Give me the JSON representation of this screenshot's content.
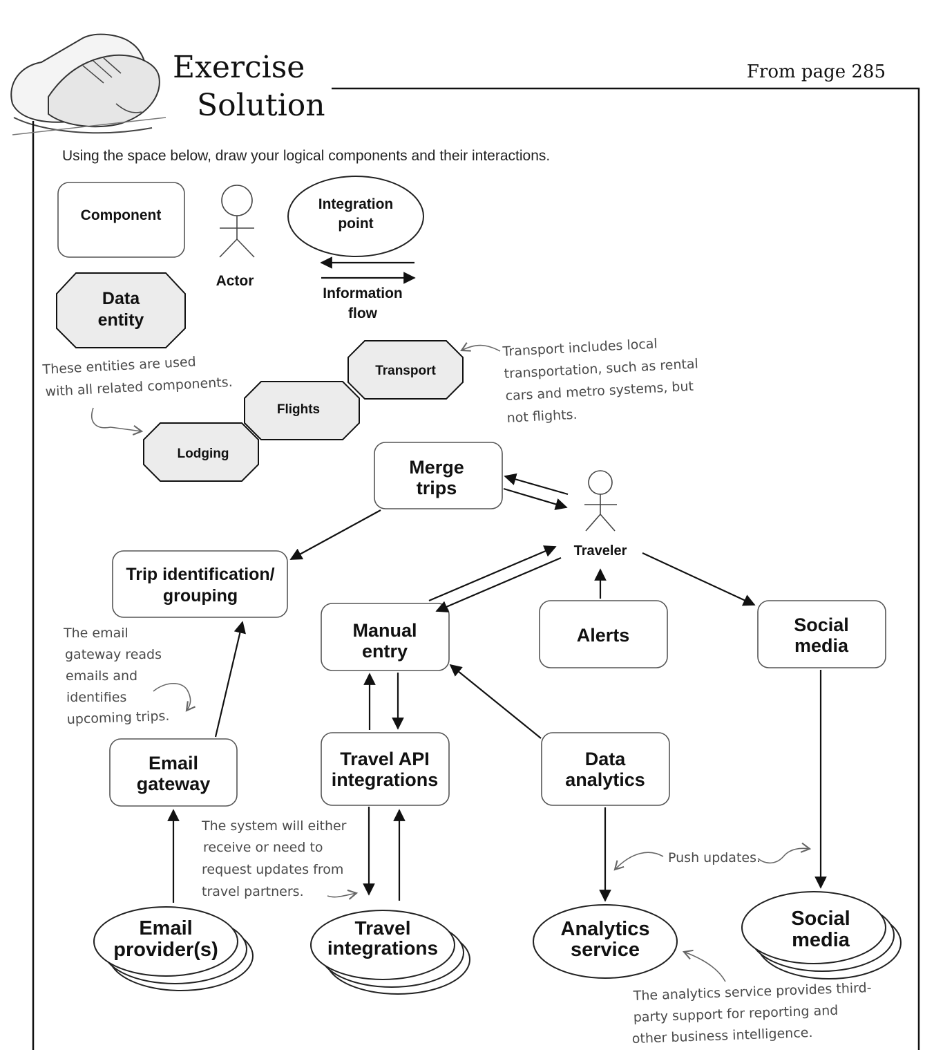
{
  "header": {
    "title_line1": "Exercise",
    "title_line2": "Solution",
    "page_ref": "From page 285"
  },
  "instructions": "Using the space below, draw your logical components and their interactions.",
  "legend": {
    "component": "Component",
    "actor": "Actor",
    "integration_point": [
      "Integration",
      "point"
    ],
    "information_flow": [
      "Information",
      "flow"
    ],
    "data_entity": [
      "Data",
      "entity"
    ]
  },
  "entities": {
    "transport": "Transport",
    "flights": "Flights",
    "lodging": "Lodging"
  },
  "components": {
    "merge_trips": [
      "Merge",
      "trips"
    ],
    "trip_identification": [
      "Trip identification/",
      "grouping"
    ],
    "manual_entry": [
      "Manual",
      "entry"
    ],
    "alerts": "Alerts",
    "social_media": [
      "Social",
      "media"
    ],
    "email_gateway": [
      "Email",
      "gateway"
    ],
    "travel_api": [
      "Travel API",
      "integrations"
    ],
    "data_analytics": [
      "Data",
      "analytics"
    ]
  },
  "actor": "Traveler",
  "integrations": {
    "email_providers": [
      "Email",
      "provider(s)"
    ],
    "travel_integrations": [
      "Travel",
      "integrations"
    ],
    "analytics_service": [
      "Analytics",
      "service"
    ],
    "social_media": [
      "Social",
      "media"
    ]
  },
  "notes": {
    "entities": [
      "These entities are used",
      "with all related components."
    ],
    "transport": [
      "Transport includes local",
      "transportation, such as rental",
      "cars and metro systems, but",
      "not flights."
    ],
    "email_gateway": [
      "The email",
      "gateway reads",
      "emails and",
      "identifies",
      "upcoming trips."
    ],
    "updates": [
      "The system will either",
      "receive or need to",
      "request updates from",
      "travel partners."
    ],
    "push": "Push updates.",
    "analytics": [
      "The analytics service provides third-",
      "party support for reporting and",
      "other business intelligence."
    ]
  }
}
